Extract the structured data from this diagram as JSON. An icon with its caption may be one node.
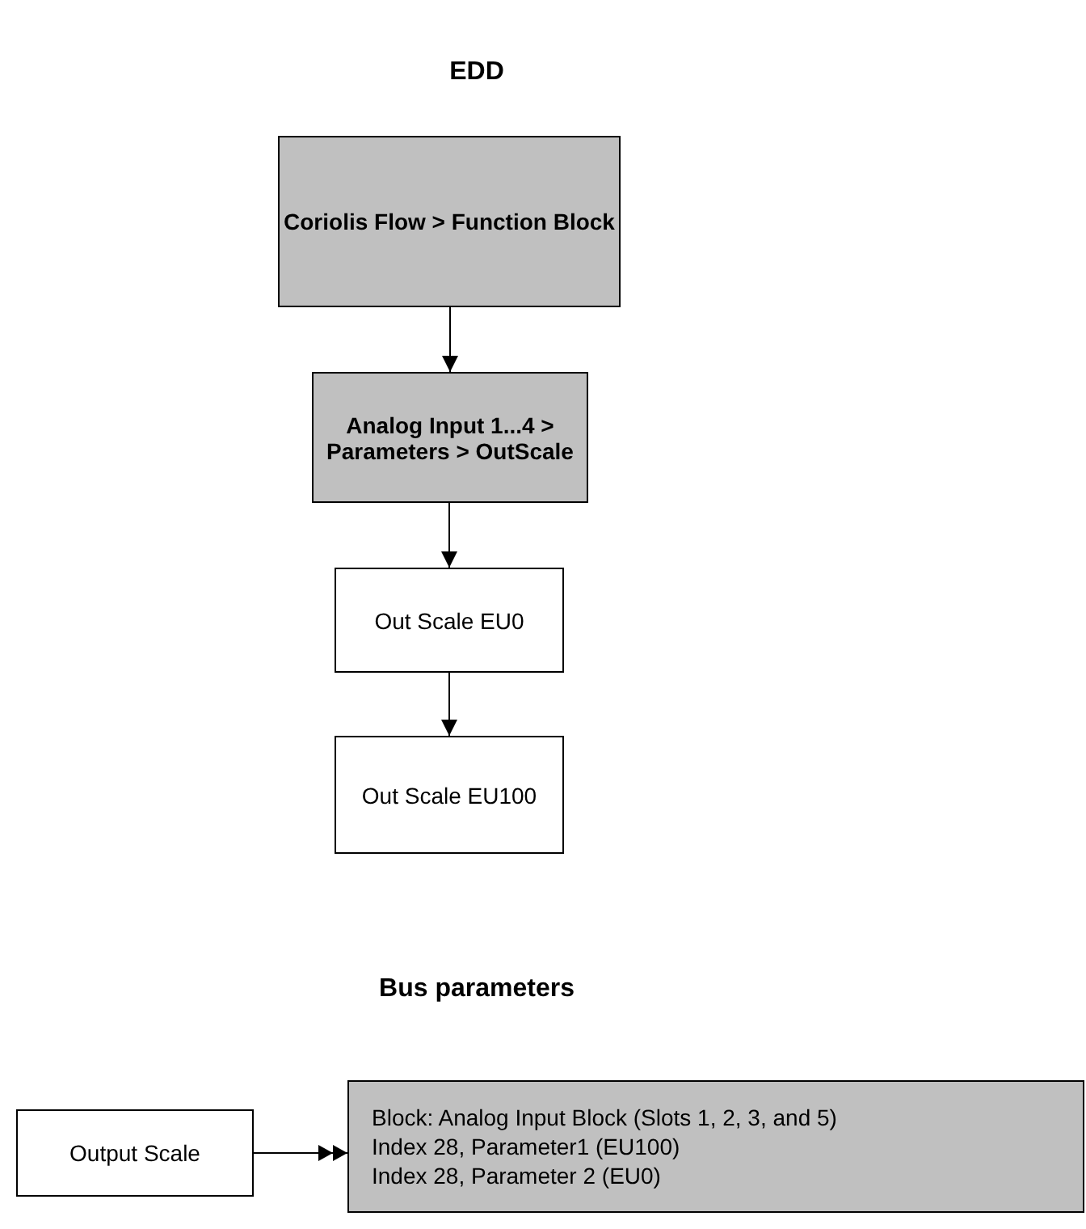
{
  "diagram": {
    "title": "EDD",
    "nodes": [
      {
        "text": [
          "Coriolis Flow > Function Block"
        ]
      },
      {
        "text": [
          "Analog Input 1...4 > Parameters > OutScale"
        ]
      },
      {
        "text": [
          "Out Scale EU0"
        ]
      },
      {
        "text": [
          "Out Scale EU100"
        ]
      },
      {
        "text": [
          "Output Scale"
        ]
      },
      {
        "text": [
          "Block: Analog Input Block (Slots 1, 2, 3, and 5)",
          "Index 28, Parameter1 (EU100)",
          "Index 28, Parameter 2 (EU0)"
        ]
      }
    ],
    "edges": [
      {
        "from": 0,
        "to": 1,
        "arrow": "to"
      },
      {
        "from": 1,
        "to": 2,
        "arrow": "to"
      },
      {
        "from": 2,
        "to": 3,
        "arrow": "to"
      },
      {
        "from": 4,
        "to": 5,
        "arrow": "to"
      }
    ],
    "labels": [
      "Bus parameters"
    ]
  }
}
